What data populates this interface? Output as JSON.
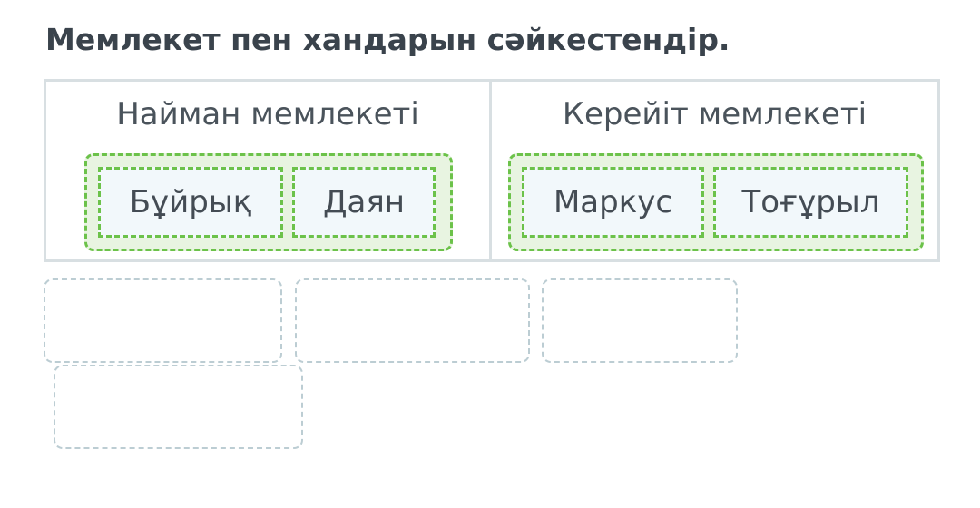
{
  "question": "Мемлекет пен хандарын сәйкестендір.",
  "categories": [
    {
      "title": "Найман мемлекеті",
      "items": [
        "Бұйрық",
        "Даян"
      ]
    },
    {
      "title": "Керейіт мемлекеті",
      "items": [
        "Маркус",
        "Тоғұрыл"
      ]
    }
  ],
  "colors": {
    "correct_border": "#6cc24a",
    "correct_group_background": "#e8f4e1",
    "card_background": "#f2f8fb",
    "empty_slot_border": "#bccdd3",
    "table_border": "#d8dfe2",
    "text": "#3a434c"
  }
}
